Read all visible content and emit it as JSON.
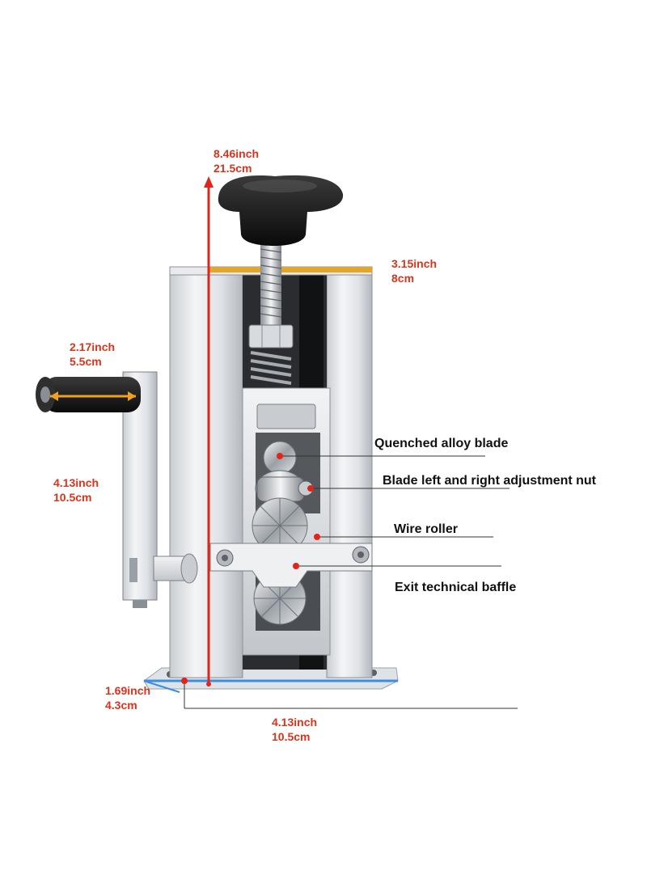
{
  "colors": {
    "dimension_text": "#d8341e",
    "label_text": "#111111",
    "height_arrow": "#e0241a",
    "top_width_bar": "#e2a72a",
    "handle_arrow": "#f0a020",
    "base_line": "#3a8fe0"
  },
  "dimensions": {
    "height": {
      "inch": "8.46inch",
      "cm": "21.5cm"
    },
    "top_width": {
      "inch": "3.15inch",
      "cm": "8cm"
    },
    "handle_grip": {
      "inch": "2.17inch",
      "cm": "5.5cm"
    },
    "crank_arm": {
      "inch": "4.13inch",
      "cm": "10.5cm"
    },
    "base_depth": {
      "inch": "1.69inch",
      "cm": "4.3cm"
    },
    "base_width": {
      "inch": "4.13inch",
      "cm": "10.5cm"
    }
  },
  "callouts": [
    {
      "text": "Quenched alloy blade"
    },
    {
      "text": "Blade left and right adjustment nut"
    },
    {
      "text": "Wire roller"
    },
    {
      "text": "Exit technical baffle"
    }
  ],
  "product": {
    "icon": "wire-stripping-machine-icon"
  }
}
